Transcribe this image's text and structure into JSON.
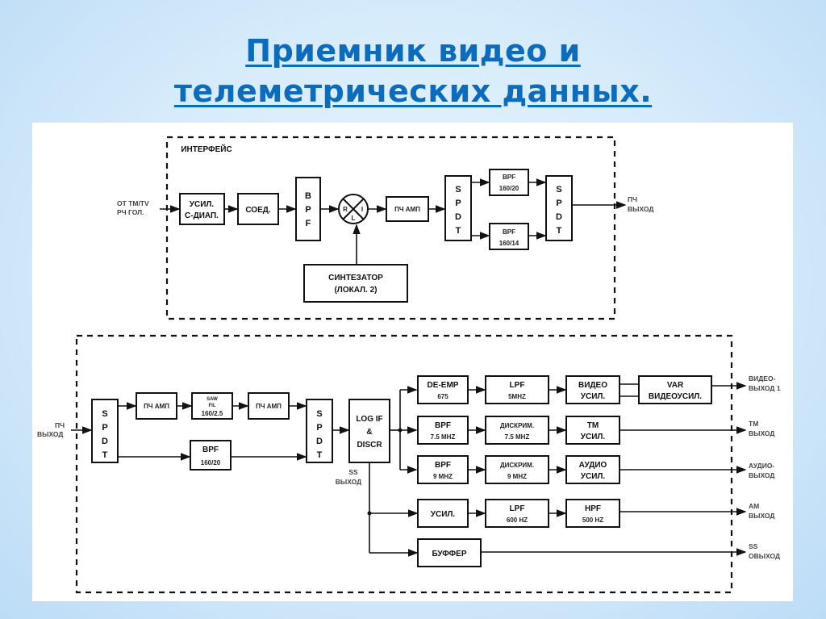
{
  "title": {
    "line1": "Приемник видео и",
    "line2": "телеметрических данных."
  },
  "diagram": {
    "interface_block": {
      "label": "ИНТЕРФЕЙС",
      "input_label": [
        "ОТ TM/TV",
        "РЧ ГОЛ."
      ],
      "output_label": [
        "ПЧ",
        "ВЫХОД"
      ],
      "blocks": {
        "amp": [
          "УСИЛ.",
          "С-ДИАП."
        ],
        "coupler": [
          "СОЕД."
        ],
        "bpf": [
          "B",
          "P",
          "F"
        ],
        "mixer_ports": [
          "R",
          "I",
          "L"
        ],
        "if_amp": [
          "ПЧ АМП"
        ],
        "spdt1": [
          "S",
          "P",
          "D",
          "T"
        ],
        "bpf_a": [
          "BPF",
          "160/20"
        ],
        "bpf_b": [
          "BPF",
          "160/14"
        ],
        "spdt2": [
          "S",
          "P",
          "D",
          "T"
        ],
        "synth": [
          "СИНТЕЗАТОР",
          "(ЛОКАЛ. 2)"
        ]
      }
    },
    "receiver_block": {
      "input_label": [
        "ПЧ",
        "ВЫХОД"
      ],
      "blocks": {
        "spdt_in": [
          "S",
          "P",
          "D",
          "T"
        ],
        "if_amp1": [
          "ПЧ АМП"
        ],
        "saw": [
          "SAW",
          "FIL",
          "160/2.5"
        ],
        "if_amp2": [
          "ПЧ АМП"
        ],
        "bpf_160": [
          "BPF",
          "160/20"
        ],
        "spdt_out": [
          "S",
          "P",
          "D",
          "T"
        ],
        "log_if": [
          "LOG IF",
          "&",
          "DISCR"
        ],
        "ss_label": [
          "SS",
          "ВЫХОД"
        ],
        "deemp": [
          "DE-EMP",
          "675"
        ],
        "lpf5": [
          "LPF",
          "5MHZ"
        ],
        "video_amp": [
          "ВИДЕО",
          "УСИЛ."
        ],
        "var_amp": [
          "VAR",
          "ВИДЕОУСИЛ."
        ],
        "bpf75": [
          "BPF",
          "7.5 MHZ"
        ],
        "disc75": [
          "ДИСКРИМ.",
          "7.5 MHZ"
        ],
        "tm_amp": [
          "TM",
          "УСИЛ."
        ],
        "bpf9": [
          "BPF",
          "9 MHZ"
        ],
        "disc9": [
          "ДИСКРИМ.",
          "9 MHZ"
        ],
        "audio_amp": [
          "АУДИО",
          "УСИЛ."
        ],
        "amp_am": [
          "УСИЛ."
        ],
        "lpf600": [
          "LPF",
          "600 HZ"
        ],
        "hpf500": [
          "HPF",
          "500 HZ"
        ],
        "buffer": [
          "БУФФЕР"
        ]
      },
      "outputs": [
        [
          "ВИДЕО-",
          "ВЫХОД 1"
        ],
        [
          "TM",
          "ВЫХОД"
        ],
        [
          "АУДИО-",
          "ВЫХОД"
        ],
        [
          "AM",
          "ВЫХОД"
        ],
        [
          "SS",
          "ОВЫХОД"
        ]
      ]
    }
  }
}
